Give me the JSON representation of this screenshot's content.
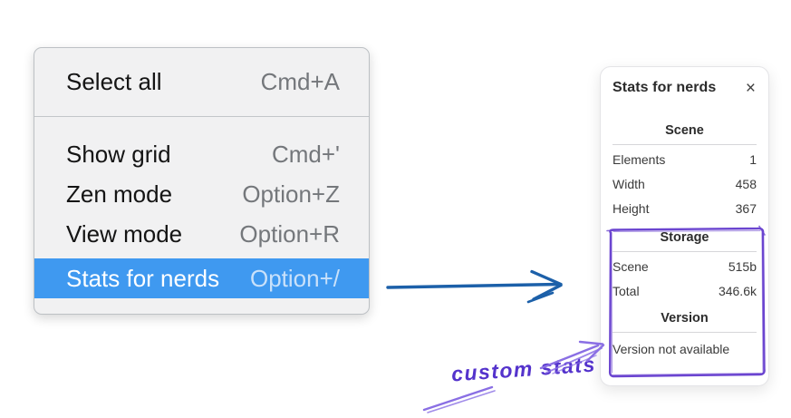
{
  "context_menu": {
    "groups": [
      {
        "items": [
          {
            "label": "Select all",
            "shortcut": "Cmd+A",
            "highlighted": false
          }
        ]
      },
      {
        "items": [
          {
            "label": "Show grid",
            "shortcut": "Cmd+'",
            "highlighted": false
          },
          {
            "label": "Zen mode",
            "shortcut": "Option+Z",
            "highlighted": false
          },
          {
            "label": "View mode",
            "shortcut": "Option+R",
            "highlighted": false
          },
          {
            "label": "Stats for nerds",
            "shortcut": "Option+/",
            "highlighted": true
          }
        ]
      }
    ],
    "highlight_color": "#3f99f0"
  },
  "stats_panel": {
    "title": "Stats for nerds",
    "close_icon": "×",
    "scene_section": {
      "header": "Scene",
      "rows": [
        {
          "label": "Elements",
          "value": "1"
        },
        {
          "label": "Width",
          "value": "458"
        },
        {
          "label": "Height",
          "value": "367"
        }
      ]
    },
    "storage_section": {
      "header": "Storage",
      "rows": [
        {
          "label": "Scene",
          "value": "515b"
        },
        {
          "label": "Total",
          "value": "346.6k"
        }
      ]
    },
    "version_section": {
      "header": "Version",
      "message": "Version not available"
    }
  },
  "annotations": {
    "handwritten_label": "custom stats",
    "handwritten_color": "#5433cc",
    "sketch_box_color": "#6b45d0",
    "sketch_arrow_color": "#8a6fe4",
    "flow_arrow_color": "#1c60a9"
  }
}
